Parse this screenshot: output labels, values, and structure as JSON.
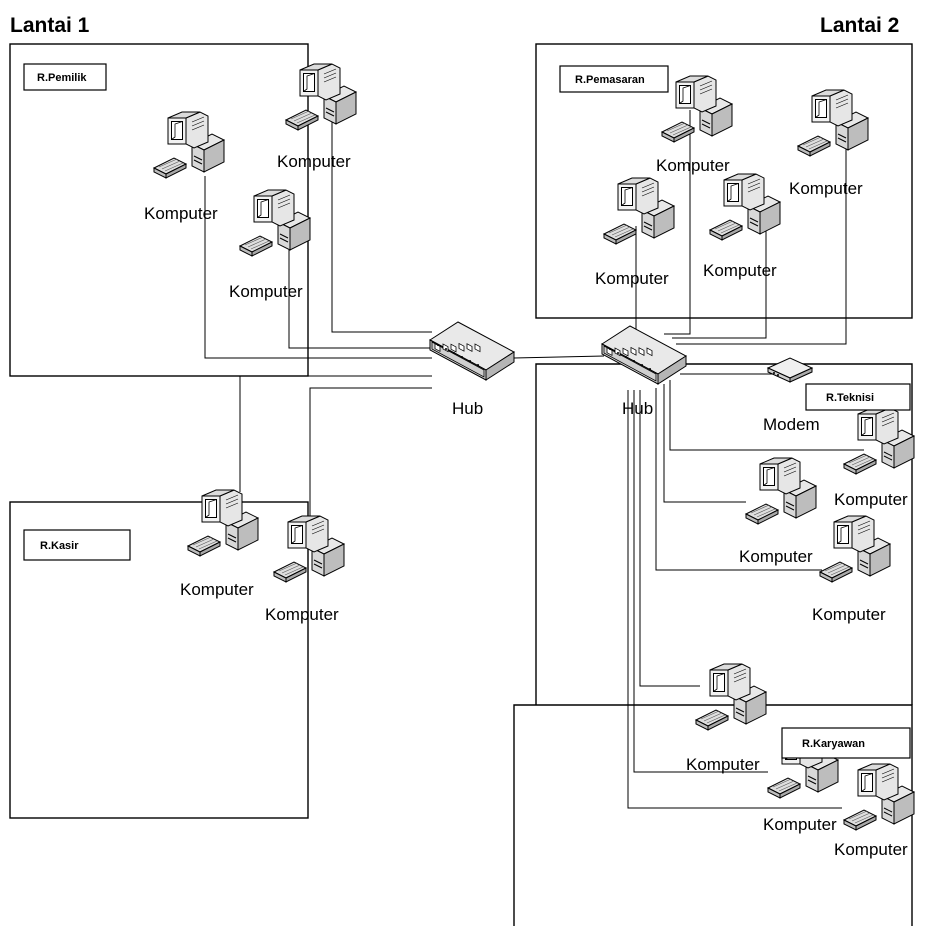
{
  "floors": {
    "floor1": "Lantai 1",
    "floor2": "Lantai 2"
  },
  "rooms": {
    "pemilik": "R.Pemilik",
    "pemasaran": "R.Pemasaran",
    "kasir": "R.Kasir",
    "teknisi": "R.Teknisi",
    "karyawan": "R.Karyawan"
  },
  "devices": {
    "hub": "Hub",
    "modem": "Modem",
    "computer": "Komputer"
  },
  "labels": {
    "hub1": "Hub",
    "hub2": "Hub",
    "modem": "Modem",
    "pc_pemilik_1": "Komputer",
    "pc_pemilik_2": "Komputer",
    "pc_pemilik_3": "Komputer",
    "pc_pemasaran_1": "Komputer",
    "pc_pemasaran_2": "Komputer",
    "pc_pemasaran_3": "Komputer",
    "pc_pemasaran_4": "Komputer",
    "pc_kasir_1": "Komputer",
    "pc_kasir_2": "Komputer",
    "pc_teknisi_1": "Komputer",
    "pc_teknisi_2": "Komputer",
    "pc_teknisi_3": "Komputer",
    "pc_karyawan_1": "Komputer",
    "pc_karyawan_2": "Komputer",
    "pc_karyawan_3": "Komputer"
  },
  "icons": {
    "computer": "desktop-computer-icon",
    "hub": "network-hub-icon",
    "modem": "modem-icon"
  }
}
